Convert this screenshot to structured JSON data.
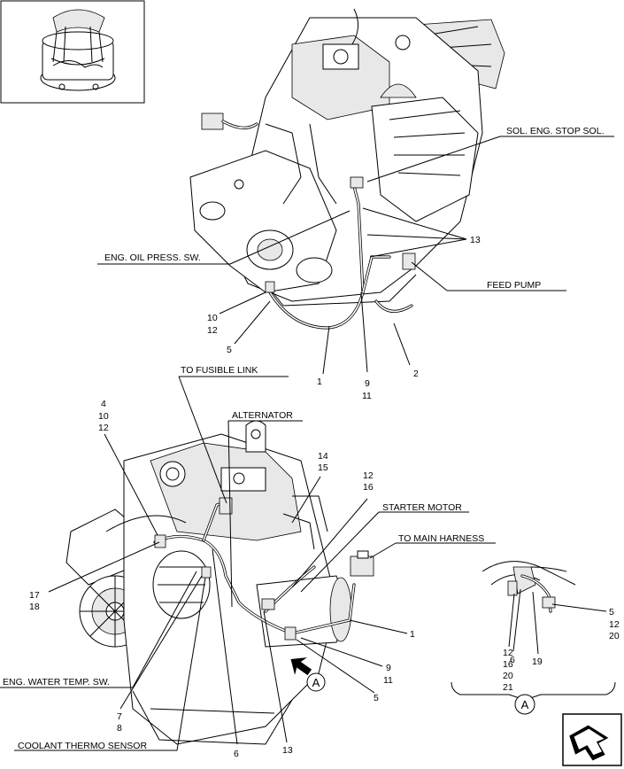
{
  "callouts": {
    "sol_eng_stop": "SOL. ENG. STOP SOL.",
    "eng_oil_press": "ENG. OIL PRESS. SW.",
    "feed_pump": "FEED PUMP",
    "to_fusible_link": "TO FUSIBLE LINK",
    "alternator": "ALTERNATOR",
    "starter_motor": "STARTER MOTOR",
    "to_main_harness": "TO MAIN HARNESS",
    "eng_water_temp": "ENG. WATER TEMP. SW.",
    "coolant_thermo": "COOLANT THERMO SENSOR"
  },
  "item_numbers": {
    "top_13": "13",
    "top_10": "10",
    "top_12": "12",
    "top_5": "5",
    "top_1": "1",
    "top_9": "9",
    "top_11": "11",
    "top_2": "2",
    "bot_4": "4",
    "bot_10": "10",
    "bot_12": "12",
    "bot_14": "14",
    "bot_15": "15",
    "bot_12b": "12",
    "bot_16": "16",
    "bot_17": "17",
    "bot_18": "18",
    "bot_1": "1",
    "bot_9": "9",
    "bot_11": "11",
    "bot_5": "5",
    "bot_7": "7",
    "bot_8": "8",
    "bot_6": "6",
    "bot_13": "13",
    "det_5": "5",
    "det_12": "12",
    "det_20": "20",
    "det_12b": "12",
    "det_16": "16",
    "det_20b": "20",
    "det_21": "21",
    "det_6": "6",
    "det_19": "19"
  },
  "view_markers": {
    "view_a_main": "A",
    "view_a_detail": "A"
  },
  "icons": {
    "thumbnail": "machine-thumbnail-icon",
    "nav": "next-page-arrow-icon"
  }
}
